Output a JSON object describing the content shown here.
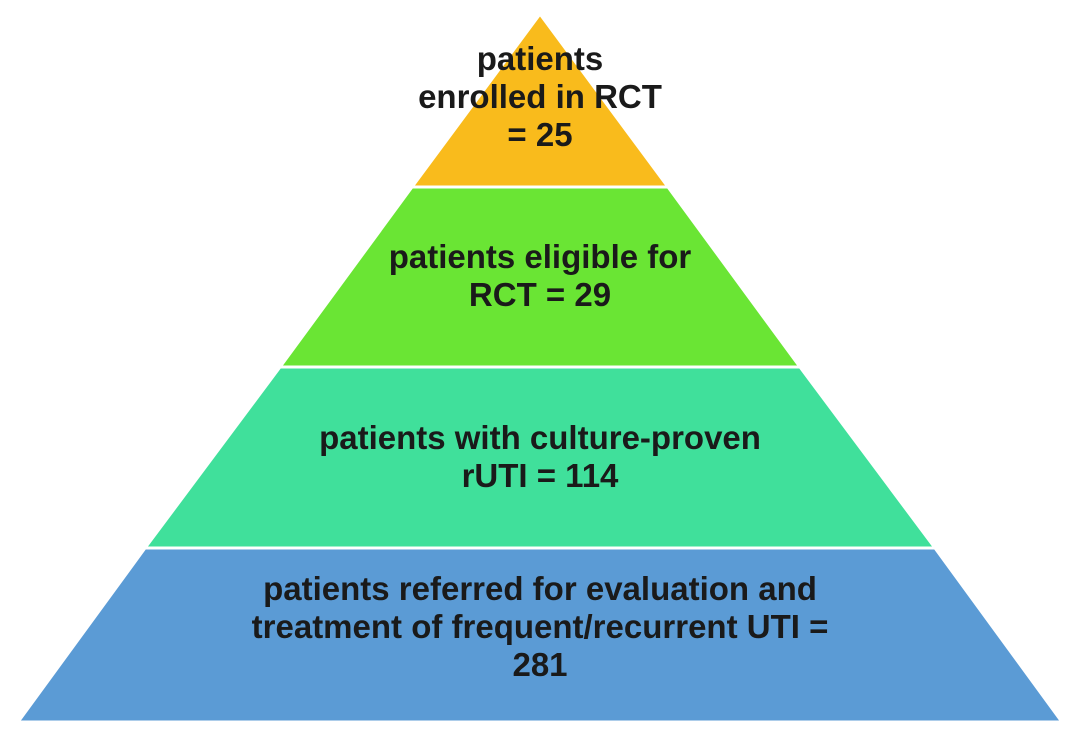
{
  "pyramid": {
    "tiers": [
      {
        "lines": [
          "patients",
          "enrolled in RCT",
          "= 25"
        ],
        "color": "#f9bb1c"
      },
      {
        "lines": [
          "patients eligible for",
          "RCT = 29"
        ],
        "color": "#6ae534"
      },
      {
        "lines": [
          "patients with culture-proven",
          "rUTI = 114"
        ],
        "color": "#40e09b"
      },
      {
        "lines": [
          "patients referred for evaluation and",
          "treatment of frequent/recurrent UTI =",
          "281"
        ],
        "color": "#5b9bd5"
      }
    ]
  }
}
